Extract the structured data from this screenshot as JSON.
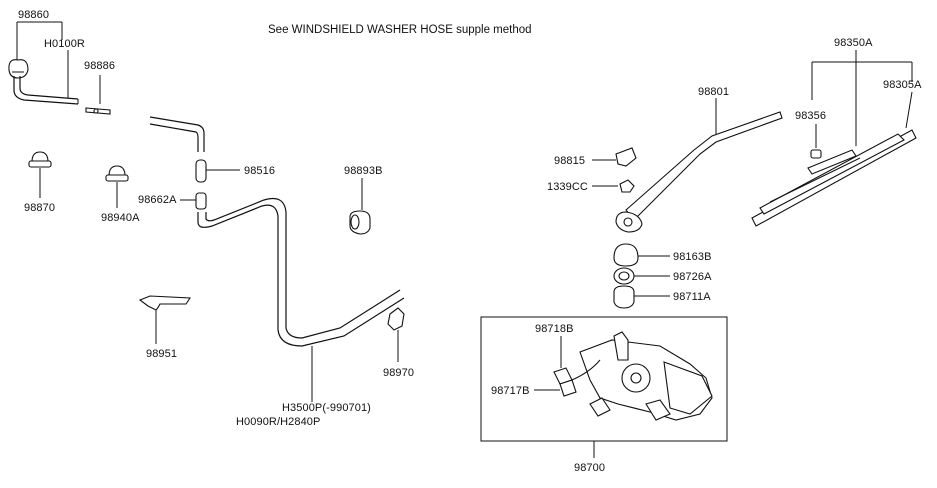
{
  "note": "See WINDSHIELD WASHER HOSE supple method",
  "labels": {
    "p98860": "98860",
    "h0100r": "H0100R",
    "p98886": "98886",
    "p98870": "98870",
    "p98940a": "98940A",
    "p98516": "98516",
    "p98662a": "98662A",
    "p98893b": "98893B",
    "p98951": "98951",
    "p98970": "98970",
    "h3500p": "H3500P(-990701)",
    "h0090r": "H0090R/H2840P",
    "p98350a": "98350A",
    "p98305a": "98305A",
    "p98801": "98801",
    "p98356": "98356",
    "p98815": "98815",
    "p1339cc": "1339CC",
    "p98163b": "98163B",
    "p98726a": "98726A",
    "p98711a": "98711A",
    "p98718b": "98718B",
    "p98717b": "98717B",
    "p98700": "98700"
  }
}
